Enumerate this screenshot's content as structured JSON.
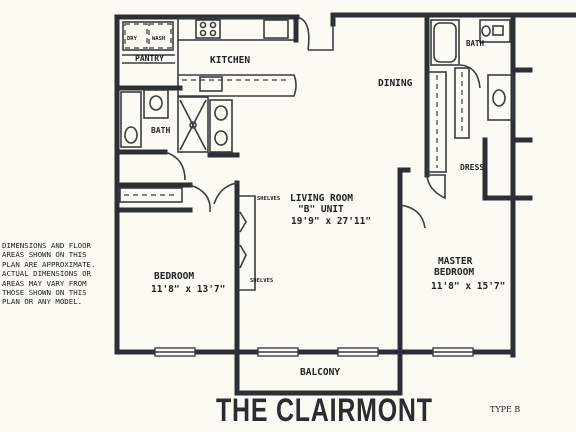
{
  "plan": {
    "unit_label": "\"B\" UNIT",
    "rooms": {
      "kitchen": "KITCHEN",
      "pantry": "PANTRY",
      "dry": "DRY",
      "wash": "WASH",
      "dining": "DINING",
      "bath_left": "BATH",
      "bath_right": "BATH",
      "dress": "DRESS.",
      "living_room": "LIVING ROOM",
      "living_room_dims": "19'9\" x 27'11\"",
      "shelves_top": "SHELVES",
      "shelves_bottom": "SHELVES",
      "bedroom": "BEDROOM",
      "bedroom_dims": "11'8\" x 13'7\"",
      "master_bedroom_line1": "MASTER",
      "master_bedroom_line2": "BEDROOM",
      "master_bedroom_dims": "11'8\" x 15'7\"",
      "balcony": "BALCONY"
    },
    "disclaimer": "DIMENSIONS AND FLOOR\nAREAS SHOWN ON THIS\nPLAN ARE APPROXIMATE.\nACTUAL DIMENSIONS OR\nAREAS MAY VARY FROM\nTHOSE SHOWN ON THIS\nPLAN OR ANY MODEL.",
    "title": "THE CLAIRMONT",
    "type_label": "TYPE B"
  }
}
